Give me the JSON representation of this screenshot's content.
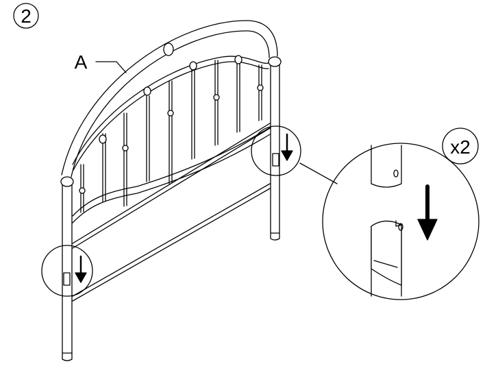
{
  "diagram": {
    "step_number": "2",
    "part_label": "A",
    "quantity_label": "x2",
    "line_color": "#000000",
    "background_color": "#ffffff"
  }
}
